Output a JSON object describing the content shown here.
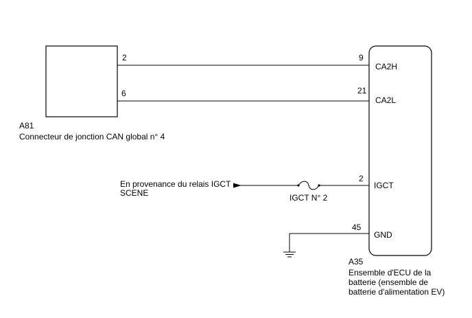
{
  "connector_a81": {
    "code": "A81",
    "name": "Connecteur de jonction CAN global n° 4",
    "pin_ca2h": "2",
    "pin_ca2l": "6"
  },
  "ecu_a35": {
    "code": "A35",
    "name_lines": [
      "Ensemble d'ECU de la",
      "batterie (ensemble de",
      "batterie d'alimentation EV)"
    ],
    "terminals": {
      "ca2h": {
        "pin": "9",
        "label": "CA2H"
      },
      "ca2l": {
        "pin": "21",
        "label": "CA2L"
      },
      "igct": {
        "pin": "2",
        "label": "IGCT"
      },
      "gnd": {
        "pin": "45",
        "label": "GND"
      }
    }
  },
  "igct_source": {
    "lines": [
      "En provenance du relais IGCT",
      "SCENE"
    ]
  },
  "fuse": {
    "label": "IGCT N° 2"
  },
  "icons": {
    "ground": "ground-symbol-icon",
    "fuse": "fuse-icon",
    "arrow": "arrow-right-icon"
  }
}
